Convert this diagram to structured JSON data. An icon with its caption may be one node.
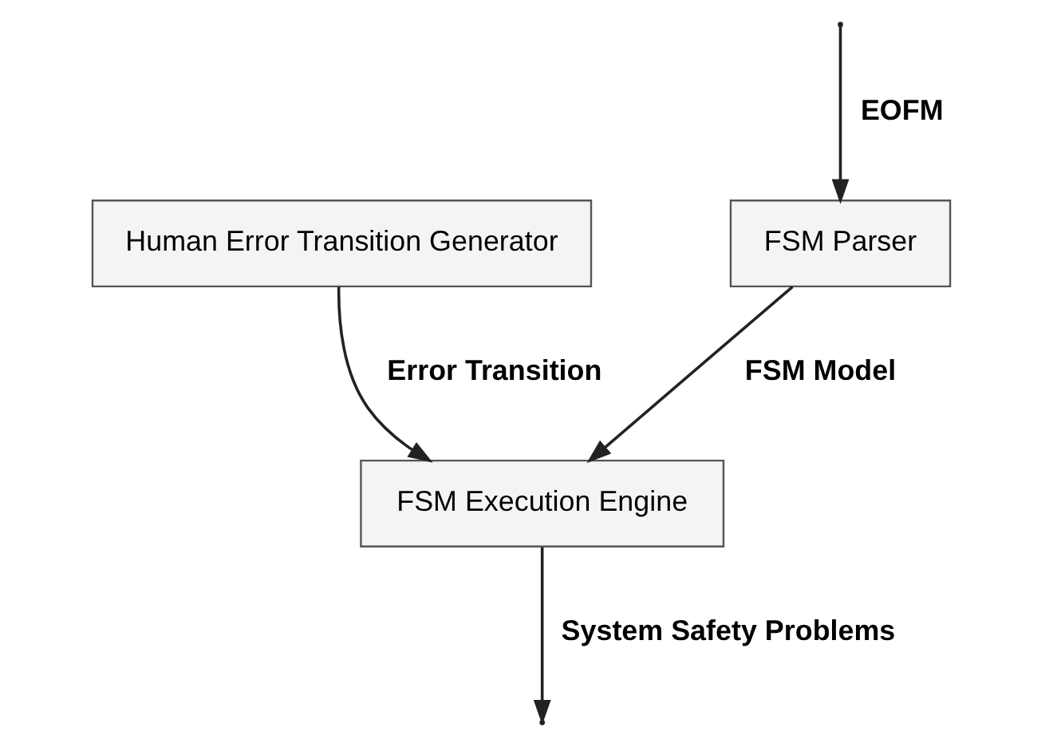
{
  "diagram": {
    "nodes": [
      {
        "text": [
          "FSM Parser"
        ]
      },
      {
        "text": [
          "FSM Execution Engine"
        ]
      },
      {
        "text": [
          "Human Error Transition Generator"
        ]
      }
    ],
    "edges": [
      {
        "from": null,
        "to": 0,
        "arrow": "to",
        "label": "EOFM"
      },
      {
        "from": 0,
        "to": 1,
        "arrow": "to",
        "label": "FSM Model"
      },
      {
        "from": 2,
        "to": 1,
        "arrow": "to",
        "label": "Error Transition"
      },
      {
        "from": 1,
        "to": null,
        "arrow": "to",
        "label": "System Safety Problems"
      }
    ]
  }
}
